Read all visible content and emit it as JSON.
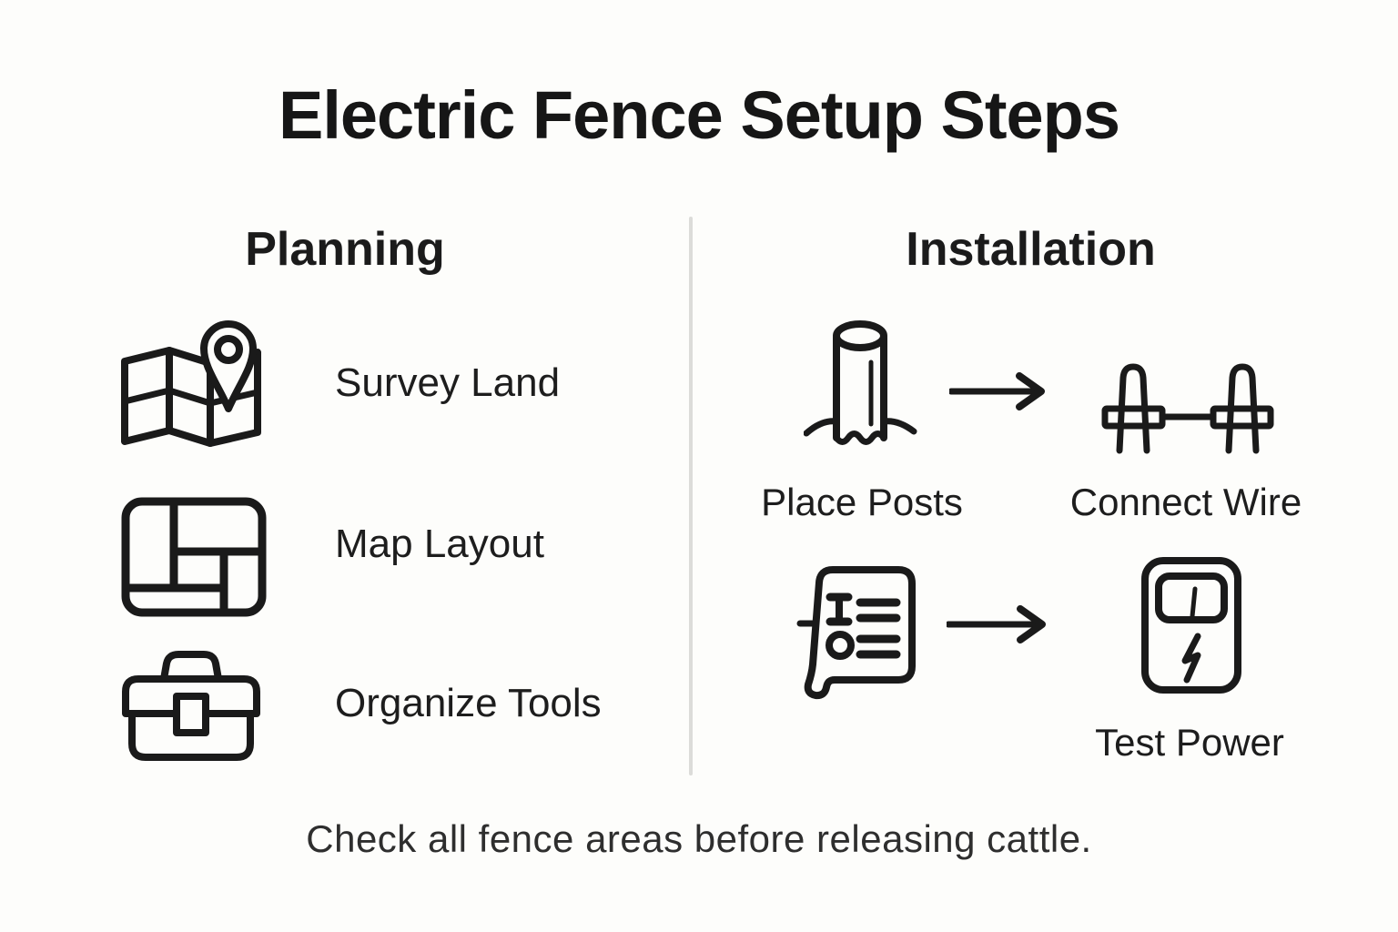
{
  "title": "Electric Fence Setup Steps",
  "columns": {
    "planning": {
      "heading": "Planning",
      "items": [
        {
          "icon": "map-pin-icon",
          "label": "Survey Land"
        },
        {
          "icon": "floor-layout-icon",
          "label": "Map Layout"
        },
        {
          "icon": "toolbox-icon",
          "label": "Organize Tools"
        }
      ]
    },
    "installation": {
      "heading": "Installation",
      "steps": [
        {
          "from_icon": "fence-post-icon",
          "from_label": "Place Posts",
          "connector": "right-arrow",
          "to_icon": "wire-clamps-icon",
          "to_label": "Connect Wire"
        },
        {
          "from_icon": "instructions-sheet-icon",
          "from_label": "",
          "connector": "right-arrow",
          "to_icon": "voltage-tester-icon",
          "to_label": "Test Power"
        }
      ]
    }
  },
  "footer": {
    "note": "Check all fence areas before releasing cattle."
  },
  "colors": {
    "background": "#fdfdfb",
    "ink": "#1a1a1a",
    "divider": "#dcdcd9"
  }
}
